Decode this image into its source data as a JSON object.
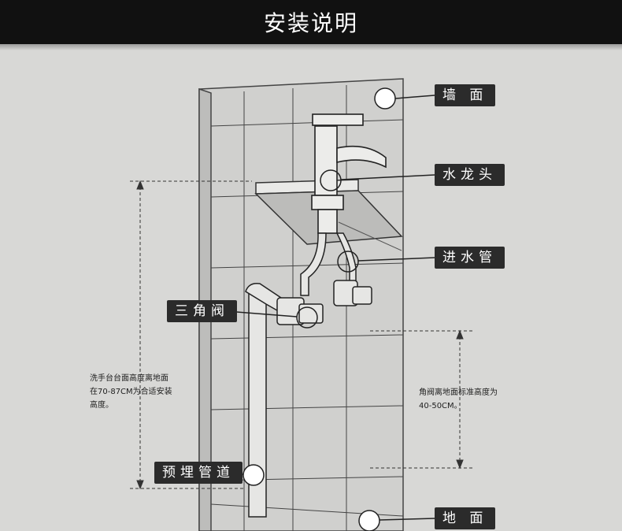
{
  "header": {
    "title": "安装说明"
  },
  "labels": {
    "wall": "墙 面",
    "faucet": "水龙头",
    "inlet_pipe": "进水管",
    "angle_valve": "三角阀",
    "embedded_pipe": "预埋管道",
    "floor": "地 面"
  },
  "notes": {
    "basin_height": "洗手台台面高度离地面\n在70-87CM为合适安装\n高度。",
    "valve_height": "角阀离地面标准高度为\n40-50CM。"
  },
  "colors": {
    "header_bg": "#111111",
    "background": "#d8d8d6",
    "tag_bg": "#2b2b2b",
    "line": "#333333"
  }
}
